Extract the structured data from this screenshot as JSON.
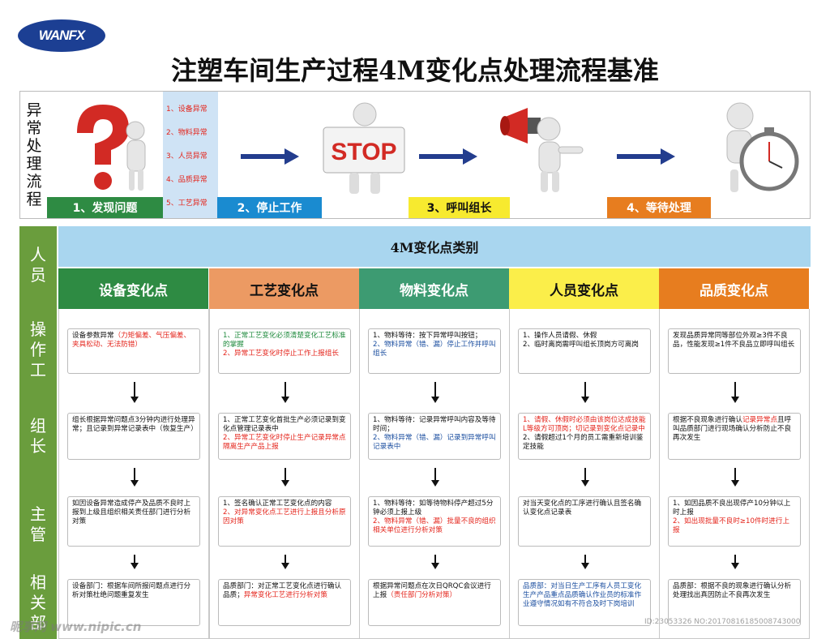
{
  "logo": "WANFX",
  "title": "注塑车间生产过程4M变化点处理流程基准",
  "top": {
    "side_label": [
      "异",
      "常",
      "处",
      "理",
      "流",
      "程"
    ],
    "abnormal_list": [
      "1、设备异常",
      "2、物料异常",
      "3、人员异常",
      "4、品质异常",
      "5、工艺异常"
    ],
    "steps": [
      "1、发现问题",
      "2、停止工作",
      "3、呼叫组长",
      "4、等待处理"
    ],
    "stop_sign": "STOP"
  },
  "category_header": "4M变化点类别",
  "row_labels": [
    [
      "人",
      "员"
    ],
    [
      "操",
      "作",
      "工"
    ],
    [
      "组",
      "长"
    ],
    [
      "主",
      "管"
    ],
    [
      "相",
      "关",
      "部"
    ]
  ],
  "columns": [
    {
      "name": "设备变化点",
      "color": "#2e8b43",
      "text_color": "#ffffff",
      "cards": [
        [
          [
            "k",
            "设备参数异常"
          ],
          [
            "r",
            "（力矩偏差、气压偏差、夹具松动、无法防错）"
          ]
        ],
        [
          [
            "k",
            "组长根据异常问题点3分钟内进行处理异常；且记录到异常记录表中（恢复生产）"
          ]
        ],
        [
          [
            "k",
            "如因设备异常造成停产及品质不良时上报到上级且组织相关责任部门进行分析对策"
          ]
        ],
        [
          [
            "k",
            "设备部门：根据车间所报问题点进行分析对策杜绝问题重复发生"
          ]
        ]
      ]
    },
    {
      "name": "工艺变化点",
      "color": "#ec9a63",
      "text_color": "#111111",
      "cards": [
        [
          [
            "g",
            "1、正常工艺变化必须清楚变化工艺标准的掌握"
          ],
          [
            "r",
            "2、异常工艺变化时停止工作上报组长"
          ]
        ],
        [
          [
            "k",
            "1、正常工艺变化首批生产必须记录到变化点管理记录表中"
          ],
          [
            "r",
            "2、异常工艺变化时停止生产记录异常点隔离生产产品上报"
          ]
        ],
        [
          [
            "k",
            "1、签名确认正常工艺变化点的内容"
          ],
          [
            "r",
            "2、对异常变化点工艺进行上报且分析原因对策"
          ]
        ],
        [
          [
            "k",
            "品质部门：对正常工艺变化点进行确认品质；"
          ],
          [
            "r",
            "异常变化工艺进行分析对策"
          ]
        ]
      ]
    },
    {
      "name": "物料变化点",
      "color": "#3d9b72",
      "text_color": "#ffffff",
      "cards": [
        [
          [
            "k",
            "1、物料等待：按下异常呼叫按钮；"
          ],
          [
            "b",
            "2、物料异常（错、漏）停止工作并呼叫组长"
          ]
        ],
        [
          [
            "k",
            "1、物料等待：记录异常呼叫内容及等待时间；"
          ],
          [
            "b",
            "2、物料异常（错、漏）记录到异常呼叫记录表中"
          ]
        ],
        [
          [
            "k",
            "1、物料等待：如等待物料停产超过5分钟必须上报上级"
          ],
          [
            "r",
            "2、物料异常（错、漏）批量不良的组织相关单位进行分析对策"
          ]
        ],
        [
          [
            "k",
            "根据异常问题点在次日QRQC会议进行上报"
          ],
          [
            "r",
            "（责任部门分析对策）"
          ]
        ]
      ]
    },
    {
      "name": "人员变化点",
      "color": "#fbee4a",
      "text_color": "#111111",
      "cards": [
        [
          [
            "k",
            "1、操作人员请假、休假"
          ],
          [
            "k",
            "2、临时离岗需呼叫组长顶岗方可离岗"
          ]
        ],
        [
          [
            "r",
            "1、请假、休假时必须由该岗位达成技能L等级方可顶岗；切记录到变化点记录中"
          ],
          [
            "k",
            "2、请假超过1个月的员工需重新培训鉴定技能"
          ]
        ],
        [
          [
            "k",
            "对当天变化点的工序进行确认且签名确认变化点记录表"
          ]
        ],
        [
          [
            "b",
            "品质部：对当日生产工序有人员工变化生产产品重点品质确认作业员的标准作业遵守情况如有不符合及时下岗培训"
          ]
        ]
      ]
    },
    {
      "name": "品质变化点",
      "color": "#e77d1f",
      "text_color": "#ffffff",
      "cards": [
        [
          [
            "k",
            "发现品质异常同等部位外观≥3件不良品，性能发现≥1件不良品立即呼叫组长"
          ]
        ],
        [
          [
            "k",
            "根据不良现象进行确认"
          ],
          [
            "r",
            "记录异常点"
          ],
          [
            "k",
            "且呼叫品质部门进行现场确认分析防止不良再次发生"
          ]
        ],
        [
          [
            "k",
            "1、如因品质不良出现停产10分钟以上时上报"
          ],
          [
            "r",
            "2、如出现批量不良时≥10件时进行上报"
          ]
        ],
        [
          [
            "k",
            "品质部：根据不良的现象进行确认分析处理找出真因防止不良再次发生"
          ]
        ]
      ]
    }
  ],
  "watermark": "昵享网 www.nipic.cn",
  "watermark_id": "ID:23053326 NO:20170816185008743000"
}
